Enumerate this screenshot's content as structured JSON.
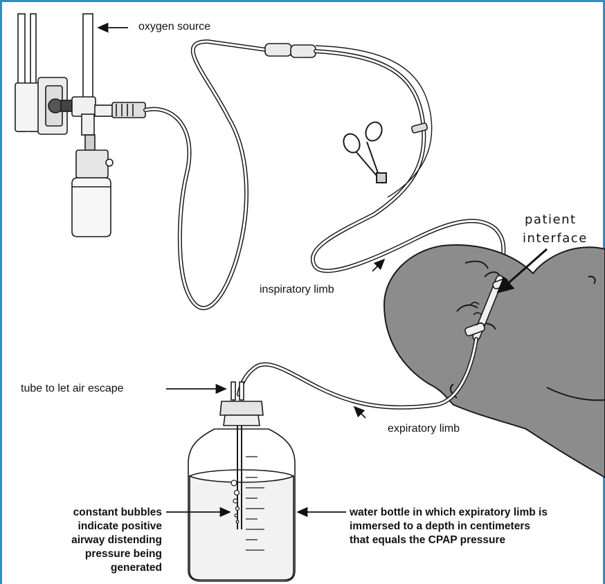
{
  "labels": {
    "oxygen_source": "oxygen source",
    "patient_interface_1": "patient",
    "patient_interface_2": "interface",
    "inspiratory_limb": "inspiratory limb",
    "expiratory_limb": "expiratory limb",
    "tube_air": "tube to let air escape",
    "bubbles_1": "constant bubbles",
    "bubbles_2": "indicate positive",
    "bubbles_3": "airway distending",
    "bubbles_4": "pressure being",
    "bubbles_5": "generated",
    "bottle_1": "water bottle in which expiratory limb is",
    "bottle_2": "immersed to a depth in centimeters",
    "bottle_3": "that equals the CPAP pressure"
  },
  "colors": {
    "frame": "#2a8fc7",
    "baby_fill": "#8c8c8c",
    "line": "#1a1a1a",
    "equipment_fill": "#e8e8e8"
  }
}
